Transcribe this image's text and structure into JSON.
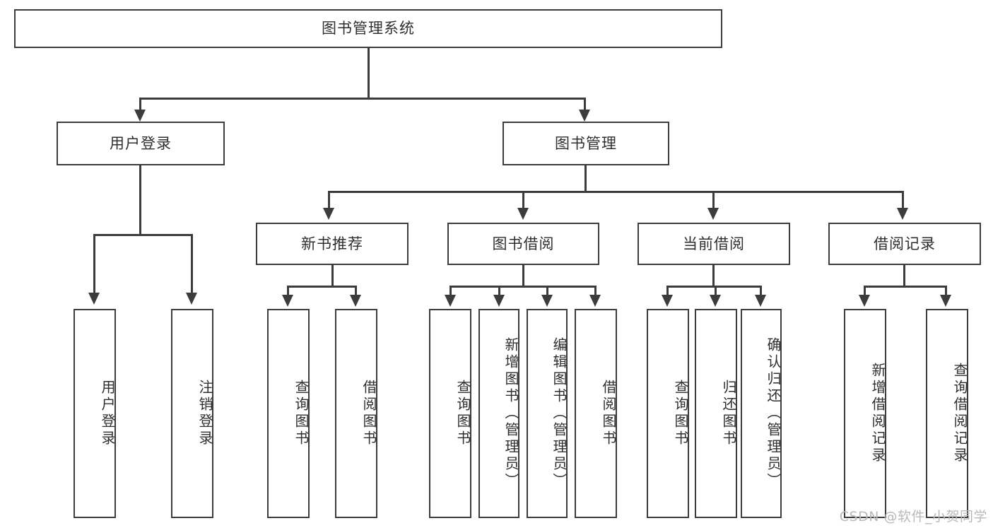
{
  "diagram": {
    "title": "图书管理系统",
    "type": "tree",
    "root": {
      "label": "图书管理系统"
    },
    "level2": [
      {
        "label": "用户登录"
      },
      {
        "label": "图书管理"
      }
    ],
    "level3": [
      {
        "label": "新书推荐"
      },
      {
        "label": "图书借阅"
      },
      {
        "label": "当前借阅"
      },
      {
        "label": "借阅记录"
      }
    ],
    "leaves": {
      "user_login": [
        {
          "label": "用户登录"
        },
        {
          "label": "注销登录"
        }
      ],
      "new_book": [
        {
          "label": "查询图书"
        },
        {
          "label": "借阅图书"
        }
      ],
      "book_borrow": [
        {
          "label": "查询图书"
        },
        {
          "label": "新增图书（管理员）"
        },
        {
          "label": "编辑图书（管理员）"
        },
        {
          "label": "借阅图书"
        }
      ],
      "current_borrow": [
        {
          "label": "查询图书"
        },
        {
          "label": "归还图书"
        },
        {
          "label": "确认归还（管理员）"
        }
      ],
      "borrow_record": [
        {
          "label": "新增借阅记录"
        },
        {
          "label": "查询借阅记录"
        }
      ]
    }
  },
  "watermark": {
    "text": "CSDN @软件_小贺同学"
  },
  "colors": {
    "stroke": "#3c3c3c",
    "text": "#2f2f2f",
    "background": "#ffffff",
    "watermark": "#b9b9b9"
  }
}
